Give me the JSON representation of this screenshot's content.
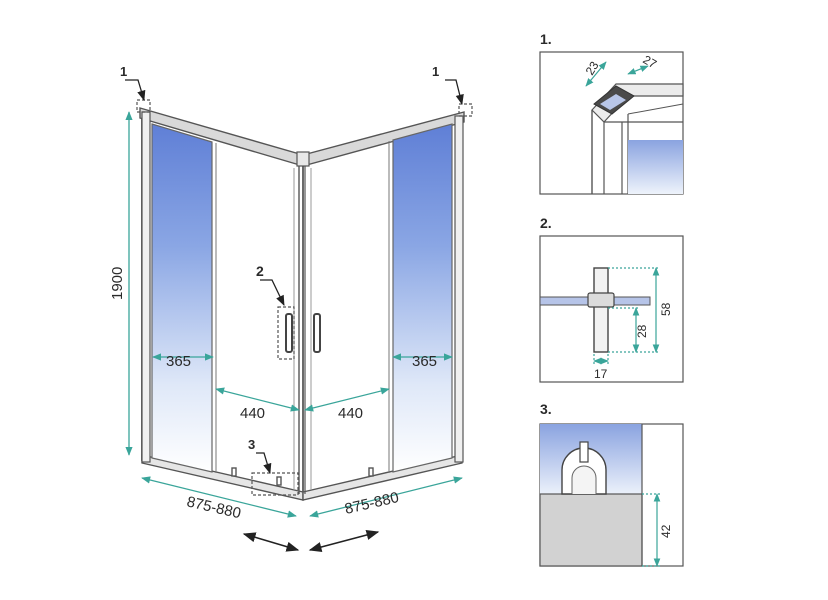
{
  "main_view": {
    "callout_corner_left": "1",
    "callout_corner_right": "1",
    "callout_handle": "2",
    "callout_bottom": "3",
    "height_dim": "1900",
    "left_fixed_width": "365",
    "right_fixed_width": "365",
    "left_door_width": "440",
    "right_door_width": "440",
    "left_side_width": "875-880",
    "right_side_width": "875-880"
  },
  "detail_1": {
    "number": "1.",
    "dim_a": "23",
    "dim_b": "27"
  },
  "detail_2": {
    "number": "2.",
    "dim_height": "58",
    "dim_lower": "28",
    "dim_width": "17"
  },
  "detail_3": {
    "number": "3.",
    "dim_height": "42"
  },
  "colors": {
    "glass_blue": "#6f8fd8",
    "frame_grey": "#555555",
    "dim_teal": "#3aa59a"
  }
}
